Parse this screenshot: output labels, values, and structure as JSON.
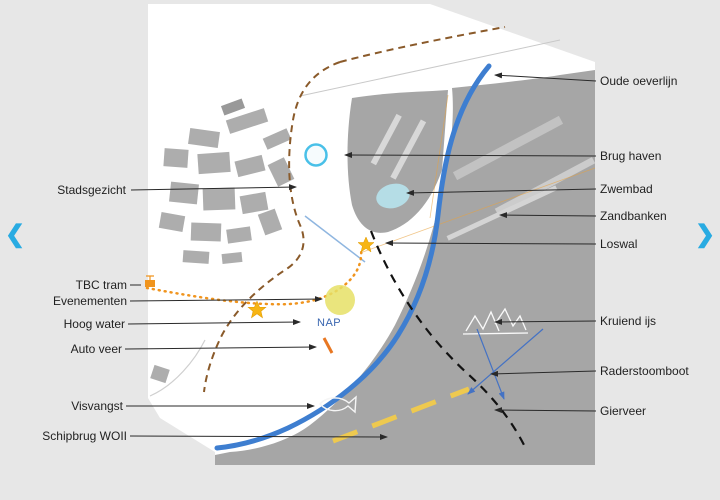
{
  "nav": {
    "prev_icon": "❮",
    "next_icon": "❯"
  },
  "map": {
    "nap_label": "NAP"
  },
  "annotations": {
    "left": [
      {
        "label": "Stadsgezicht"
      },
      {
        "label": "TBC tram"
      },
      {
        "label": "Evenementen"
      },
      {
        "label": "Hoog water"
      },
      {
        "label": "Auto veer"
      },
      {
        "label": "Visvangst"
      },
      {
        "label": "Schipbrug WOII"
      }
    ],
    "right": [
      {
        "label": "Oude oeverlijn"
      },
      {
        "label": "Brug haven"
      },
      {
        "label": "Zwembad"
      },
      {
        "label": "Zandbanken"
      },
      {
        "label": "Loswal"
      },
      {
        "label": "Kruiend ijs"
      },
      {
        "label": "Raderstoomboot"
      },
      {
        "label": "Gierveer"
      }
    ]
  },
  "colors": {
    "accent_blue": "#29abe2",
    "river_blue": "#3e7ed0",
    "highlight_yellow": "#f7b514",
    "route_orange": "#f0941d",
    "old_shore_brown": "#8a5a2a",
    "water_gray": "#a6a6a6"
  }
}
